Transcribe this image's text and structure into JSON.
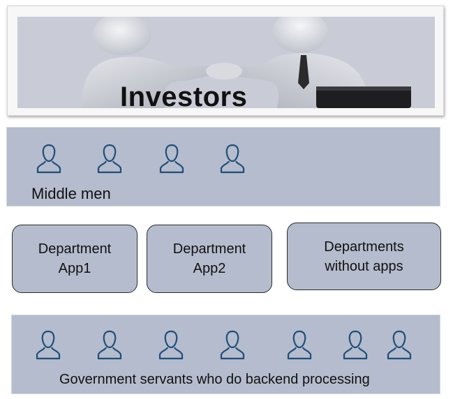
{
  "banner": {
    "title": "Investors"
  },
  "middle_men": {
    "label": "Middle men",
    "icons": [
      "person-icon",
      "person-icon",
      "person-icon",
      "person-icon"
    ]
  },
  "departments": [
    {
      "line1": "Department",
      "line2": "App1"
    },
    {
      "line1": "Department",
      "line2": "App2"
    },
    {
      "line1": "Departments",
      "line2": "without apps"
    }
  ],
  "government": {
    "label": "Government servants who do backend processing",
    "icons": [
      "person-icon",
      "person-icon",
      "person-icon",
      "person-icon",
      "person-icon",
      "person-icon",
      "person-icon"
    ]
  },
  "colors": {
    "band_fill": "#b4bccd",
    "icon_stroke": "#1f4e79",
    "box_border": "#2a2a2a"
  }
}
